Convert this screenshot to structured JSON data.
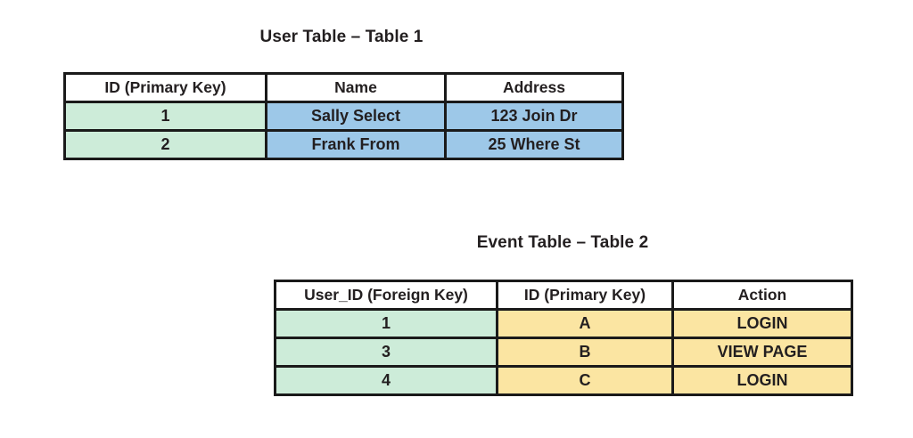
{
  "tables": [
    {
      "id": "user-table",
      "title": "User Table – Table 1",
      "columns": [
        {
          "key": "id",
          "label": "ID (Primary Key)",
          "fill": "#cdecd9"
        },
        {
          "key": "name",
          "label": "Name",
          "fill": "#9dc8e8"
        },
        {
          "key": "address",
          "label": "Address",
          "fill": "#9dc8e8"
        }
      ],
      "rows": [
        {
          "id": "1",
          "name": "Sally Select",
          "address": "123 Join Dr"
        },
        {
          "id": "2",
          "name": "Frank From",
          "address": "25 Where St"
        }
      ]
    },
    {
      "id": "event-table",
      "title": "Event Table – Table 2",
      "columns": [
        {
          "key": "user_id",
          "label": "User_ID (Foreign Key)",
          "fill": "#cdecd9"
        },
        {
          "key": "id",
          "label": "ID (Primary Key)",
          "fill": "#fbe5a2"
        },
        {
          "key": "action",
          "label": "Action",
          "fill": "#fbe5a2"
        }
      ],
      "rows": [
        {
          "user_id": "1",
          "id": "A",
          "action": "LOGIN"
        },
        {
          "user_id": "3",
          "id": "B",
          "action": "VIEW PAGE"
        },
        {
          "user_id": "4",
          "id": "C",
          "action": "LOGIN"
        }
      ]
    }
  ],
  "colors": {
    "primary_key_fill": "#cdecd9",
    "user_data_fill": "#9dc8e8",
    "event_data_fill": "#fbe5a2",
    "header_fill": "#ffffff",
    "border": "#1a1a1a",
    "text": "#231f20",
    "background": "#ffffff"
  }
}
